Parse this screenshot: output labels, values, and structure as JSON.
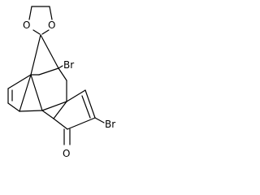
{
  "molecule": {
    "atom_labels": {
      "oxygen_ketal_left": "O",
      "oxygen_ketal_right": "O",
      "bromine_bridgehead": "Br",
      "bromine_vinyl": "Br",
      "oxygen_carbonyl": "O"
    },
    "colors": {
      "bond": "#000000",
      "label": "#000000",
      "background": "#ffffff"
    }
  }
}
